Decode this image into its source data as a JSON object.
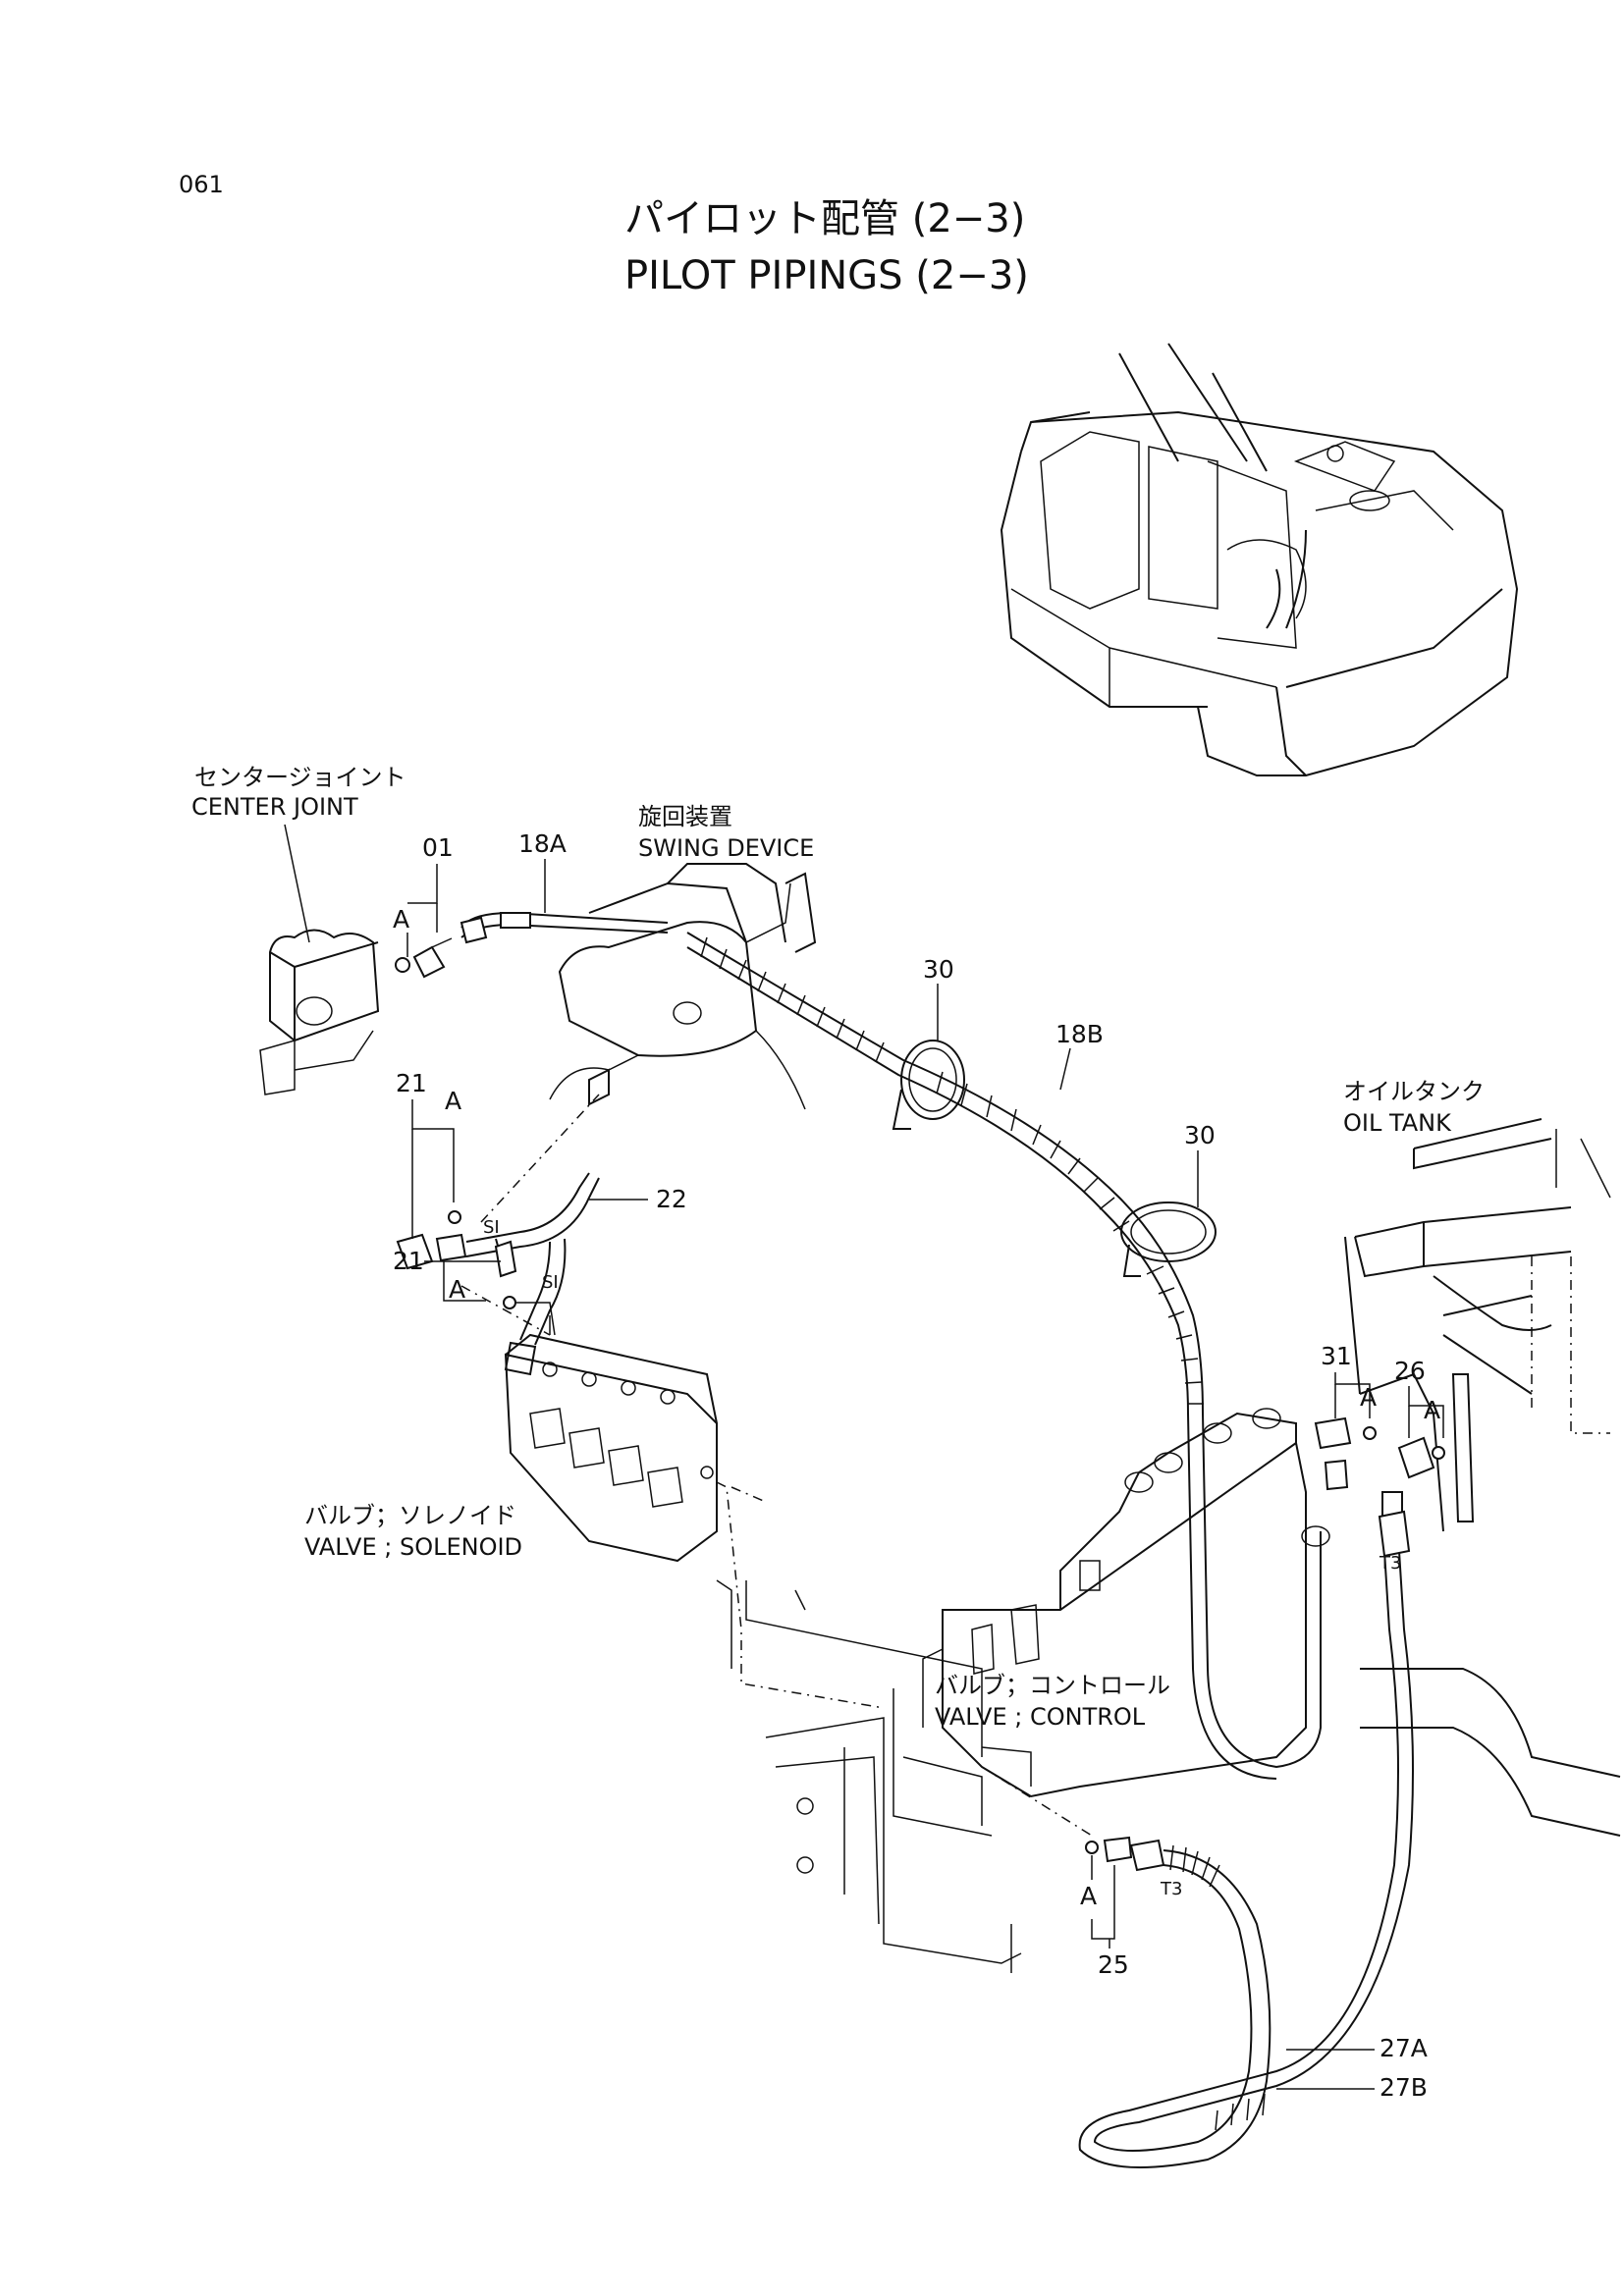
{
  "page": {
    "code": "061",
    "title_jp": "パイロット配管 (2−3)",
    "title_en": "PILOT PIPINGS (2−3)"
  },
  "components": {
    "center_joint": {
      "jp": "センタージョイント",
      "en": "CENTER JOINT"
    },
    "swing_device": {
      "jp": "旋回装置",
      "en": "SWING DEVICE"
    },
    "oil_tank": {
      "jp": "オイルタンク",
      "en": "OIL TANK"
    },
    "valve_solenoid": {
      "jp": "バルブ；ソレノイド",
      "en": "VALVE ; SOLENOID"
    },
    "valve_control": {
      "jp": "バルブ；コントロール",
      "en": "VALVE ; CONTROL"
    }
  },
  "callouts": {
    "p01": "01",
    "p18A": "18A",
    "p18B": "18B",
    "p21a": "21",
    "p21b": "21",
    "p22": "22",
    "p25": "25",
    "p26": "26",
    "p27A": "27A",
    "p27B": "27B",
    "p30a": "30",
    "p30b": "30",
    "p31": "31",
    "seal_a1": "A",
    "seal_a2": "A",
    "seal_a3": "A",
    "seal_a4": "A",
    "seal_a5": "A",
    "seal_a6": "A",
    "mark_si1": "SI",
    "mark_si2": "SI",
    "mark_t3a": "T3",
    "mark_t3b": "T3"
  }
}
